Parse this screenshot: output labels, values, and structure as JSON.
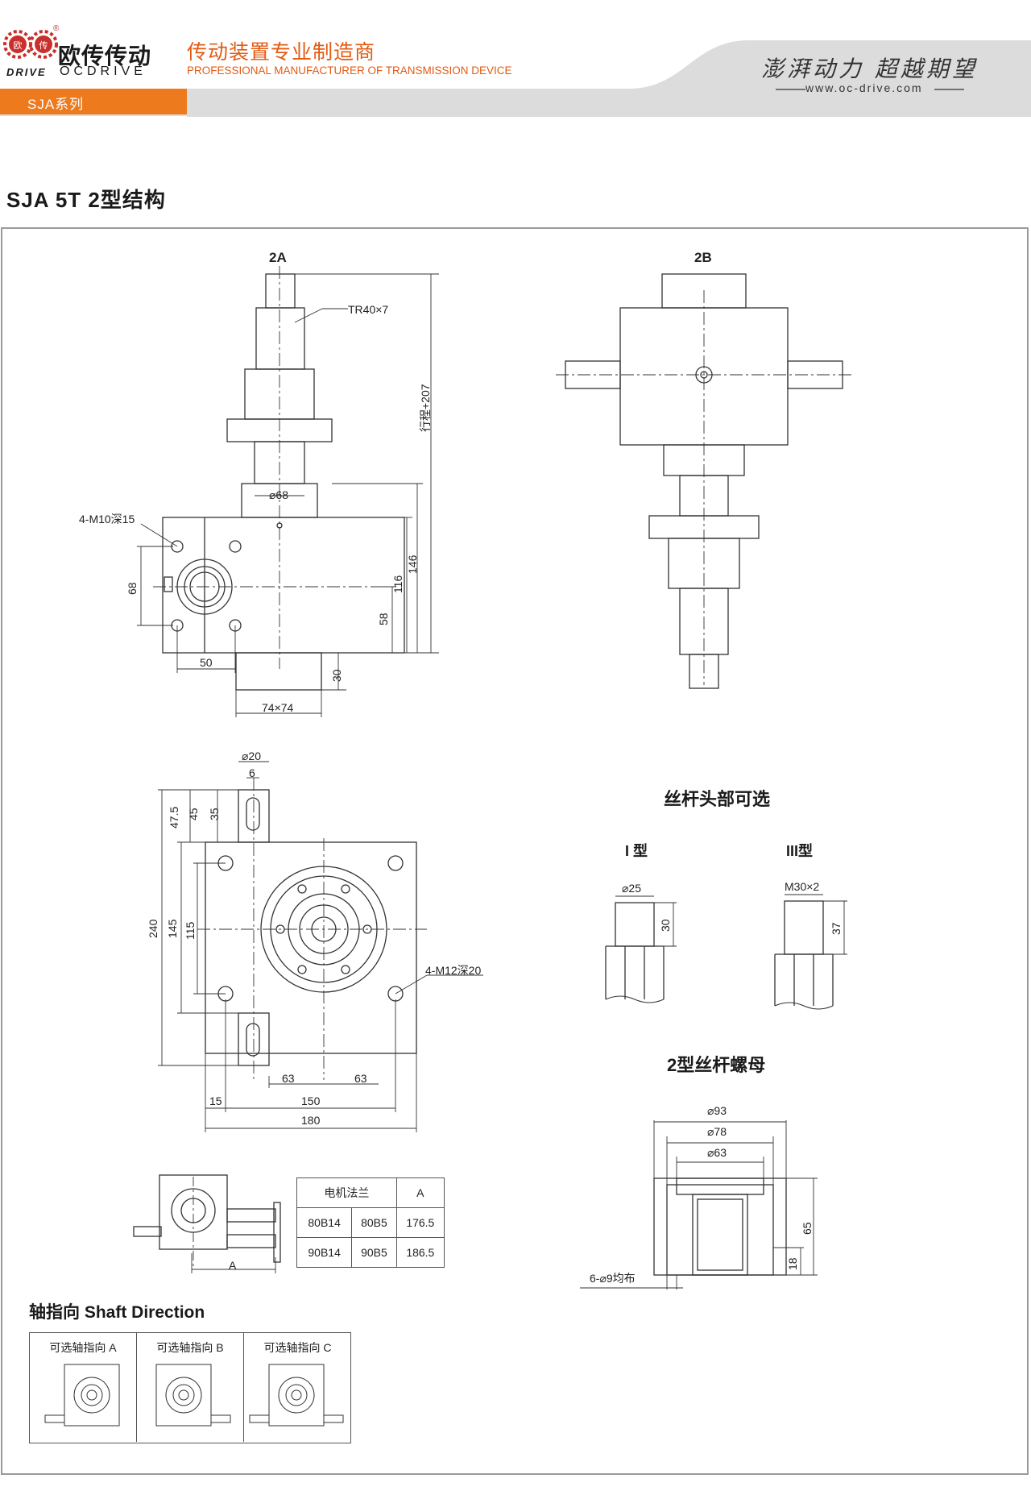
{
  "header": {
    "logo_cn": "欧传传动",
    "logo_en_left": "DRIVE",
    "logo_en_right": "OCDRIVE",
    "logo_badge_left": "欧",
    "logo_badge_right": "传",
    "registered": "®",
    "tagline_cn": "传动装置专业制造商",
    "tagline_en": "PROFESSIONAL MANUFACTURER OF TRANSMISSION DEVICE",
    "slogan": "澎湃动力 超越期望",
    "website": "www.oc-drive.com",
    "series": "SJA系列"
  },
  "colors": {
    "accent": "#ee7a1e",
    "accent_text": "#e35a12",
    "band": "#dcdcdc",
    "line": "#333333"
  },
  "page_title": "SJA 5T 2型结构",
  "views": {
    "view_2a": "2A",
    "view_2b": "2B",
    "thread": "TR40×7",
    "stroke": "行程+207",
    "dia68": "⌀68",
    "tapped_top": "4-M10深15",
    "dim_68": "68",
    "dim_50": "50",
    "dim_30": "30",
    "dim_74": "74×74",
    "dim_58": "58",
    "dim_116": "116",
    "dim_146": "146"
  },
  "plan_view": {
    "dia20": "⌀20",
    "dim_6": "6",
    "dim_47_5": "47.5",
    "dim_45": "45",
    "dim_35": "35",
    "dim_240": "240",
    "dim_145": "145",
    "dim_115": "115",
    "tapped_side": "4-M12深20",
    "dim_63a": "63",
    "dim_63b": "63",
    "dim_15": "15",
    "dim_150": "150",
    "dim_180": "180"
  },
  "screw_head": {
    "title": "丝杆头部可选",
    "type1": "I 型",
    "type3": "III型",
    "dia25": "⌀25",
    "dim_30": "30",
    "m30": "M30×2",
    "dim_37": "37"
  },
  "nut": {
    "title": "2型丝杆螺母",
    "dia93": "⌀93",
    "dia78": "⌀78",
    "dia63": "⌀63",
    "dim_65": "65",
    "dim_18": "18",
    "holes": "6-⌀9均布"
  },
  "motor_flange": {
    "dim_a": "A",
    "header": [
      "电机法兰",
      "A"
    ],
    "rows": [
      [
        "80B14",
        "80B5",
        "176.5"
      ],
      [
        "90B14",
        "90B5",
        "186.5"
      ]
    ]
  },
  "shaft_direction": {
    "title": "轴指向 Shaft Direction",
    "options": [
      "可选轴指向 A",
      "可选轴指向 B",
      "可选轴指向 C"
    ]
  }
}
